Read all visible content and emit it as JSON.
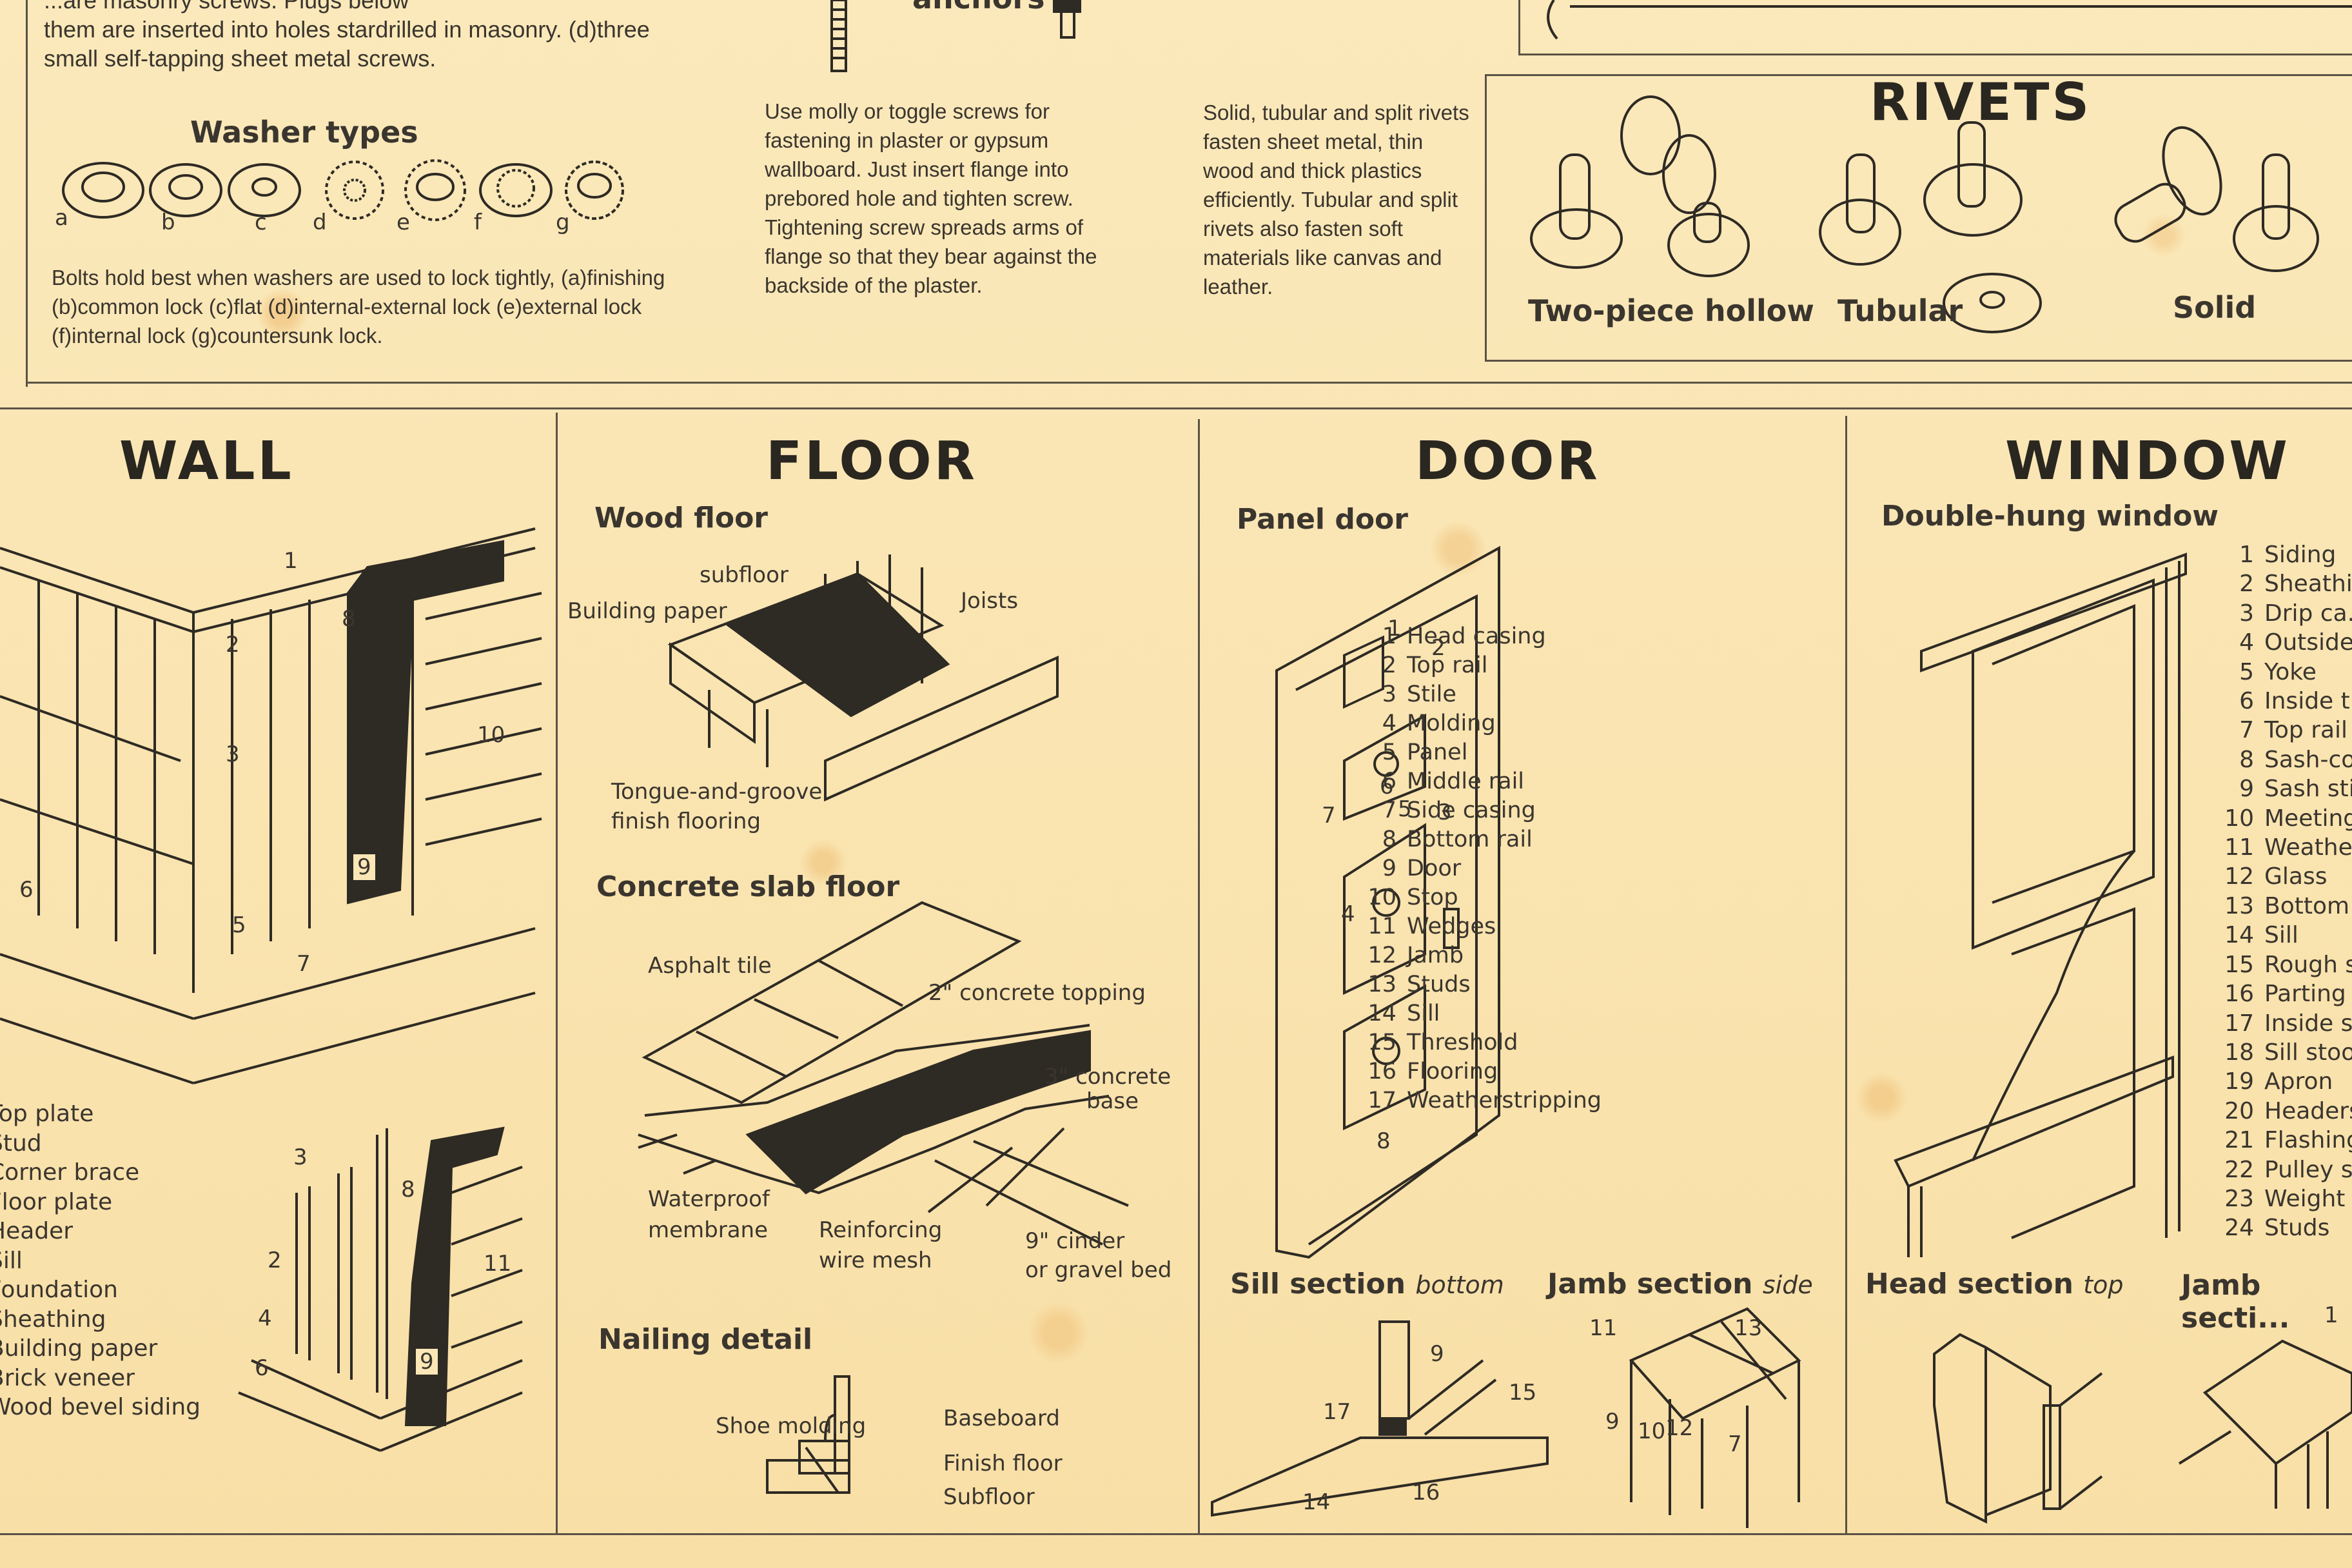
{
  "top_left": {
    "partial_line": "...are masonry screws. Plugs below",
    "text_lines": [
      "them are inserted into holes stardrilled in masonry. (d)three",
      "small self-tapping sheet metal screws."
    ]
  },
  "washers": {
    "title": "Washer types",
    "letters": [
      "a",
      "b",
      "c",
      "d",
      "e",
      "f",
      "g"
    ],
    "description": "Bolts hold best when washers are used to lock tightly, (a)finishing (b)common lock (c)flat (d)internal-external lock (e)external lock (f)internal lock (g)countersunk lock."
  },
  "anchors": {
    "partial_title": "anchors",
    "description": "Use molly or toggle screws for fastening in plaster or gypsum wallboard. Just insert flange into prebored hole and tighten screw. Tightening screw spreads arms of flange so that they bear against the backside of the plaster."
  },
  "rivets_text": {
    "description": "Solid, tubular and split rivets fasten sheet metal, thin wood and thick plastics efficiently. Tubular and split rivets also fasten soft materials like canvas and leather."
  },
  "rivets": {
    "title": "RIVETS",
    "labels": [
      "Two-piece hollow",
      "Tubular",
      "Solid"
    ]
  },
  "wall": {
    "title": "WALL",
    "callouts": [
      "1",
      "2",
      "3",
      "5",
      "6",
      "7",
      "8",
      "9",
      "10"
    ],
    "detail_callouts": [
      "2",
      "3",
      "4",
      "6",
      "8",
      "9",
      "11"
    ],
    "legend": [
      "Top plate",
      "Stud",
      "Corner brace",
      "Floor plate",
      "Header",
      "Sill",
      "Foundation",
      "Sheathing",
      "Building paper",
      "Brick veneer",
      "Wood bevel siding"
    ]
  },
  "floor": {
    "title": "FLOOR",
    "wood_floor": {
      "subtitle": "Wood floor",
      "labels": {
        "subfloor": "subfloor",
        "building_paper": "Building paper",
        "joists": "Joists",
        "tongue": "Tongue-and-groove",
        "finish": "finish flooring"
      }
    },
    "concrete": {
      "subtitle": "Concrete slab floor",
      "labels": {
        "asphalt": "Asphalt tile",
        "topping": "2\" concrete topping",
        "base1": "3\" concrete",
        "base2": "base",
        "membrane1": "Waterproof",
        "membrane2": "membrane",
        "mesh1": "Reinforcing",
        "mesh2": "wire mesh",
        "bed1": "9\" cinder",
        "bed2": "or gravel bed"
      }
    },
    "nailing": {
      "subtitle": "Nailing detail",
      "labels": {
        "shoe": "Shoe molding",
        "baseboard": "Baseboard",
        "finish": "Finish floor",
        "subfloor": "Subfloor"
      }
    }
  },
  "door": {
    "title": "DOOR",
    "subtitle": "Panel door",
    "legend": [
      {
        "n": "1",
        "t": "Head casing"
      },
      {
        "n": "2",
        "t": "Top rail"
      },
      {
        "n": "3",
        "t": "Stile"
      },
      {
        "n": "4",
        "t": "Molding"
      },
      {
        "n": "5",
        "t": "Panel"
      },
      {
        "n": "6",
        "t": "Middle rail"
      },
      {
        "n": "7",
        "t": "Side casing"
      },
      {
        "n": "8",
        "t": "Bottom rail"
      },
      {
        "n": "9",
        "t": "Door"
      },
      {
        "n": "10",
        "t": "Stop"
      },
      {
        "n": "11",
        "t": "Wedges"
      },
      {
        "n": "12",
        "t": "Jamb"
      },
      {
        "n": "13",
        "t": "Studs"
      },
      {
        "n": "14",
        "t": "Sill"
      },
      {
        "n": "15",
        "t": "Threshold"
      },
      {
        "n": "16",
        "t": "Flooring"
      },
      {
        "n": "17",
        "t": "Weatherstripping"
      }
    ],
    "sill_section": {
      "title": "Sill section",
      "qualifier": "bottom",
      "callouts": [
        "9",
        "15",
        "17",
        "14",
        "16"
      ]
    },
    "jamb_section": {
      "title": "Jamb section",
      "qualifier": "side",
      "callouts": [
        "11",
        "13",
        "9",
        "10",
        "12",
        "7"
      ]
    }
  },
  "window": {
    "title": "WINDOW",
    "subtitle": "Double-hung window",
    "legend": [
      {
        "n": "1",
        "t": "Siding"
      },
      {
        "n": "2",
        "t": "Sheathi..."
      },
      {
        "n": "3",
        "t": "Drip ca..."
      },
      {
        "n": "4",
        "t": "Outside..."
      },
      {
        "n": "5",
        "t": "Yoke"
      },
      {
        "n": "6",
        "t": "Inside t..."
      },
      {
        "n": "7",
        "t": "Top rail"
      },
      {
        "n": "8",
        "t": "Sash-co..."
      },
      {
        "n": "9",
        "t": "Sash sti..."
      },
      {
        "n": "10",
        "t": "Meeting..."
      },
      {
        "n": "11",
        "t": "Weather..."
      },
      {
        "n": "12",
        "t": "Glass"
      },
      {
        "n": "13",
        "t": "Bottom r..."
      },
      {
        "n": "14",
        "t": "Sill"
      },
      {
        "n": "15",
        "t": "Rough si..."
      },
      {
        "n": "16",
        "t": "Parting s..."
      },
      {
        "n": "17",
        "t": "Inside st..."
      },
      {
        "n": "18",
        "t": "Sill stoo..."
      },
      {
        "n": "19",
        "t": "Apron"
      },
      {
        "n": "20",
        "t": "Headers"
      },
      {
        "n": "21",
        "t": "Flashing"
      },
      {
        "n": "22",
        "t": "Pulley st..."
      },
      {
        "n": "23",
        "t": "Weight b..."
      },
      {
        "n": "24",
        "t": "Studs"
      }
    ],
    "head_section": {
      "title": "Head section",
      "qualifier": "top"
    },
    "jamb_section": {
      "title": "Jamb secti..."
    }
  }
}
